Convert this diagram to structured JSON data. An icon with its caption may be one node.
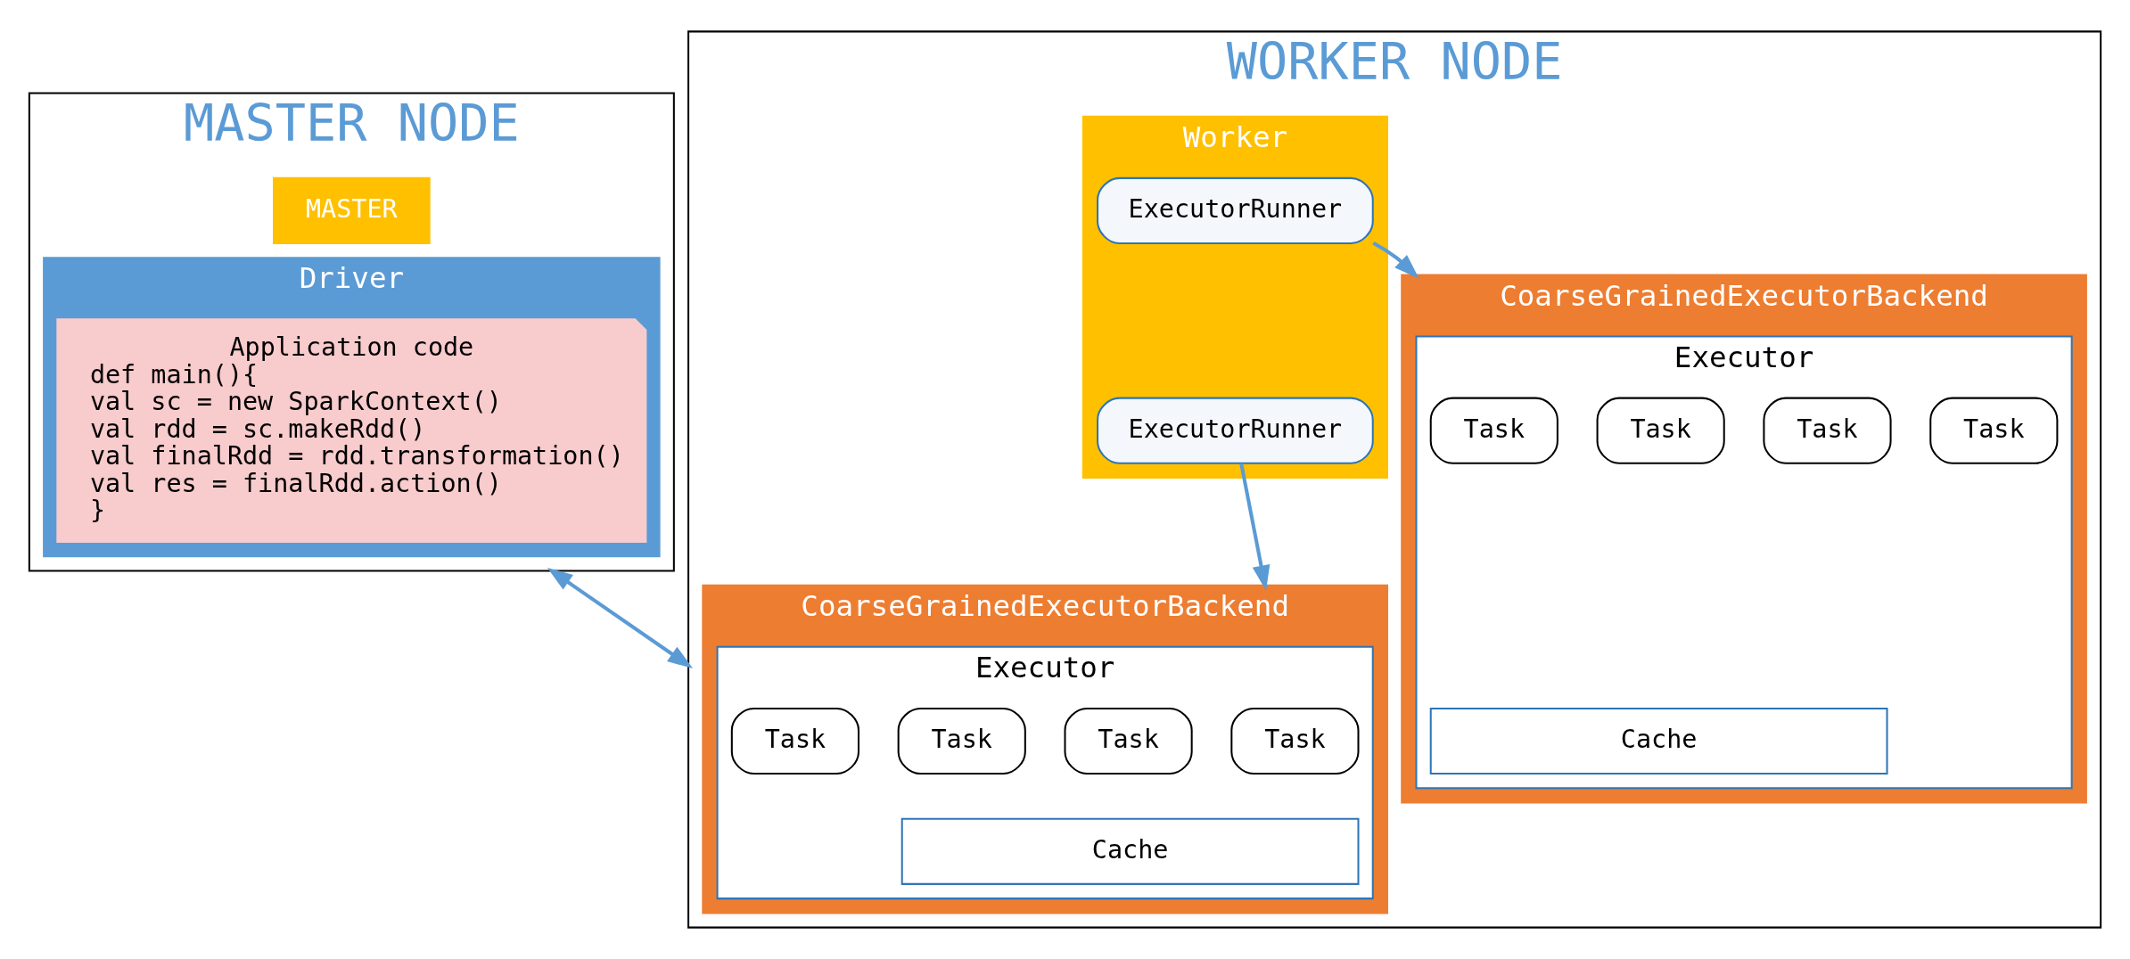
{
  "diagram": {
    "nodes": [
      {
        "text": [
          "MASTER NODE"
        ]
      },
      {
        "text": [
          "MASTER"
        ],
        "in": 0
      },
      {
        "text": [
          "Driver"
        ],
        "in": 0
      },
      {
        "text": [
          "Application code",
          "def main(){",
          "val sc = new SparkContext()",
          "val rdd = sc.makeRdd()",
          "val finalRdd = rdd.transformation()",
          "val res = finalRdd.action()",
          "}"
        ],
        "in": 2
      },
      {
        "text": [
          "WORKER NODE"
        ]
      },
      {
        "text": [
          "Worker"
        ],
        "in": 4
      },
      {
        "text": [
          "ExecutorRunner"
        ],
        "in": 5
      },
      {
        "text": [
          "ExecutorRunner"
        ],
        "in": 5
      },
      {
        "text": [
          "CoarseGrainedExecutorBackend"
        ],
        "in": 4
      },
      {
        "text": [
          "Executor"
        ],
        "in": 8
      },
      {
        "text": [
          "Task"
        ],
        "in": 9
      },
      {
        "text": [
          "Task"
        ],
        "in": 9
      },
      {
        "text": [
          "Task"
        ],
        "in": 9
      },
      {
        "text": [
          "Task"
        ],
        "in": 9
      },
      {
        "text": [
          "Cache"
        ],
        "in": 9
      },
      {
        "text": [
          "CoarseGrainedExecutorBackend"
        ],
        "in": 4
      },
      {
        "text": [
          "Executor"
        ],
        "in": 15
      },
      {
        "text": [
          "Task"
        ],
        "in": 16
      },
      {
        "text": [
          "Task"
        ],
        "in": 16
      },
      {
        "text": [
          "Task"
        ],
        "in": 16
      },
      {
        "text": [
          "Task"
        ],
        "in": 16
      },
      {
        "text": [
          "Cache"
        ],
        "in": 16
      }
    ],
    "edges": [
      {
        "from": 0,
        "to": 4,
        "arrow": "both"
      },
      {
        "from": 6,
        "to": 8,
        "arrow": "to"
      },
      {
        "from": 7,
        "to": 15,
        "arrow": "to"
      }
    ]
  }
}
